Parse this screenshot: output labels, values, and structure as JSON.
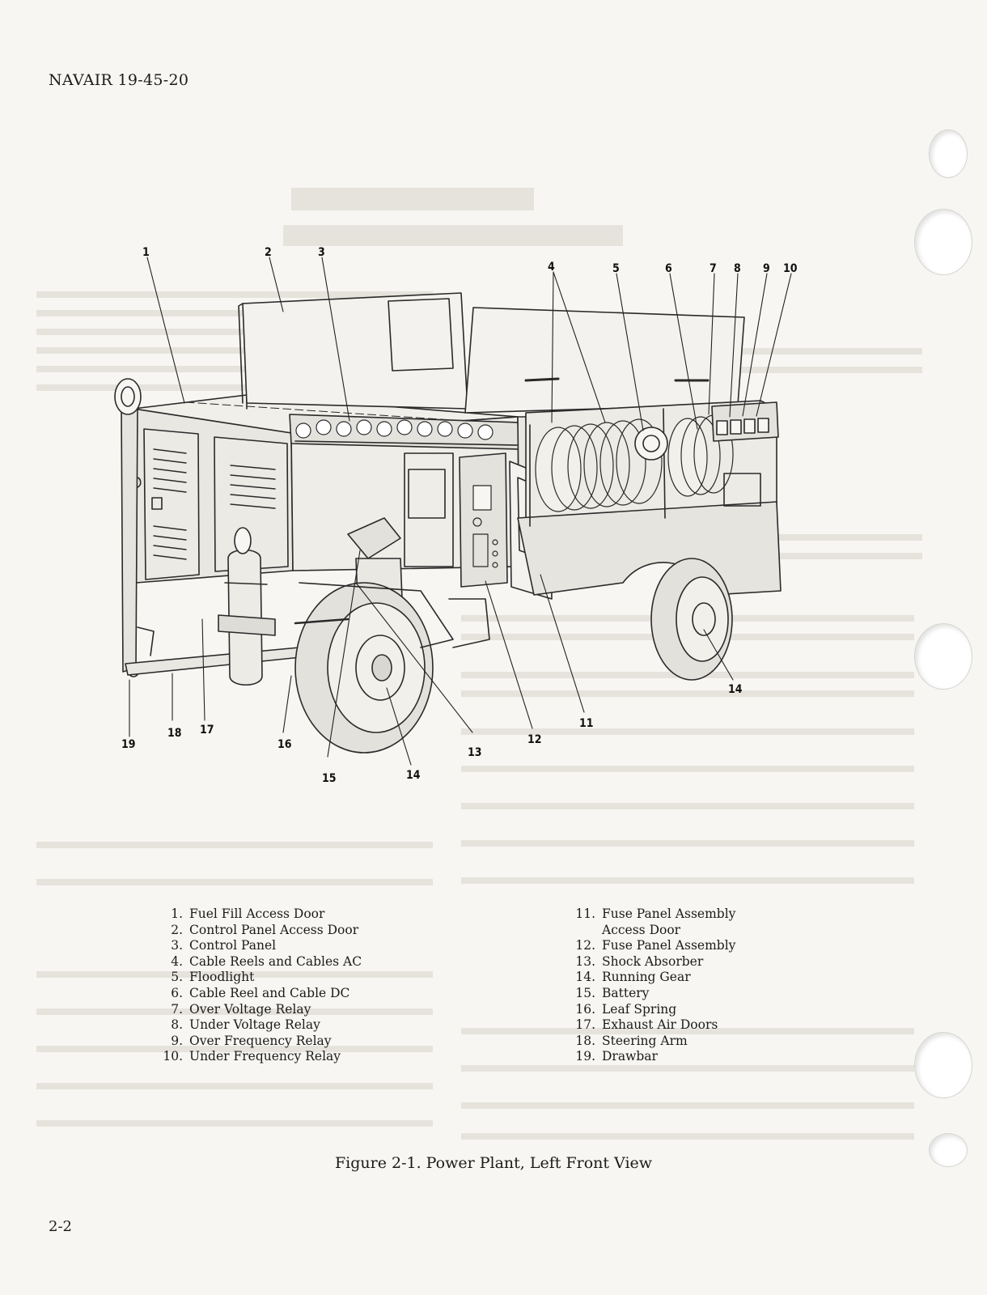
{
  "document_id": "NAVAIR 19-45-20",
  "page_number": "2-2",
  "figure_caption": "Figure 2-1. Power Plant, Left Front View",
  "callout_numbers": [
    "1",
    "2",
    "3",
    "4",
    "5",
    "6",
    "7",
    "8",
    "9",
    "10",
    "11",
    "12",
    "13",
    "14",
    "15",
    "16",
    "17",
    "18",
    "19"
  ],
  "legend_left": [
    {
      "num": "1.",
      "label": "Fuel Fill Access Door"
    },
    {
      "num": "2.",
      "label": "Control Panel Access Door"
    },
    {
      "num": "3.",
      "label": "Control Panel"
    },
    {
      "num": "4.",
      "label": "Cable Reels and Cables AC"
    },
    {
      "num": "5.",
      "label": "Floodlight"
    },
    {
      "num": "6.",
      "label": "Cable Reel and Cable DC"
    },
    {
      "num": "7.",
      "label": "Over Voltage Relay"
    },
    {
      "num": "8.",
      "label": "Under Voltage Relay"
    },
    {
      "num": "9.",
      "label": "Over Frequency Relay"
    },
    {
      "num": "10.",
      "label": "Under Frequency Relay"
    }
  ],
  "legend_right": [
    {
      "num": "11.",
      "label": "Fuse Panel Assembly\n    Access Door"
    },
    {
      "num": "12.",
      "label": "Fuse Panel Assembly"
    },
    {
      "num": "13.",
      "label": "Shock Absorber"
    },
    {
      "num": "14.",
      "label": "Running Gear"
    },
    {
      "num": "15.",
      "label": "Battery"
    },
    {
      "num": "16.",
      "label": "Leaf Spring"
    },
    {
      "num": "17.",
      "label": "Exhaust Air Doors"
    },
    {
      "num": "18.",
      "label": "Steering Arm"
    },
    {
      "num": "19.",
      "label": "Drawbar"
    }
  ]
}
